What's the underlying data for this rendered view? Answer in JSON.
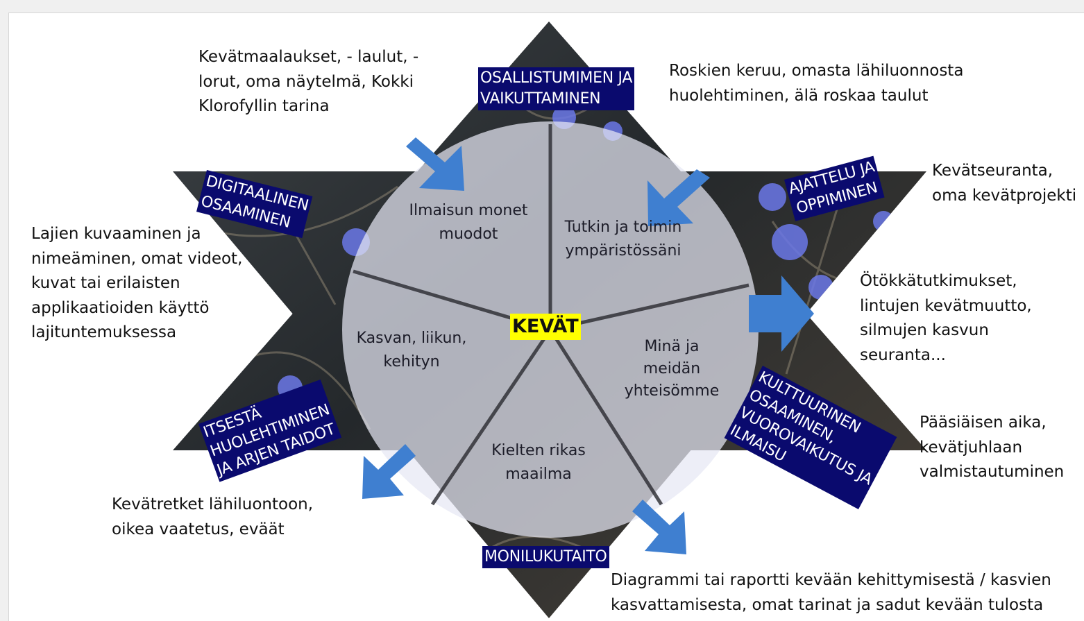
{
  "center": "KEVÄT",
  "segments": [
    {
      "key": "ilmaisu",
      "label": "Ilmaisun monet\nmuodot"
    },
    {
      "key": "tutkin",
      "label": "Tutkin ja toimin\nympäristössäni"
    },
    {
      "key": "mina",
      "label": "Minä ja\nmeidän\nyhteisömme"
    },
    {
      "key": "kielet",
      "label": "Kielten rikas\nmaailma"
    },
    {
      "key": "kasvan",
      "label": "Kasvan, liikun,\nkehityn"
    }
  ],
  "competences": [
    {
      "key": "osallistuminen",
      "label": "OSALLISTUMIMEN JA\nVAIKUTTAMINEN"
    },
    {
      "key": "ajattelu",
      "label": "AJATTELU JA\nOPPIMINEN"
    },
    {
      "key": "kulttuurinen",
      "label": "KULTTUURINEN\nOSAAMINEN,\nVUOROVAIKUTUS JA\nILMAISU"
    },
    {
      "key": "monilukutaito",
      "label": "MONILUKUTAITO"
    },
    {
      "key": "itsesta",
      "label": "ITSESTÄ\nHUOLEHTIMINEN\nJA ARJEN TAIDOT"
    },
    {
      "key": "digitaalinen",
      "label": "DIGITAALINEN\nOSAAMINEN"
    }
  ],
  "notes": [
    {
      "key": "top_left",
      "text": "Kevätmaalaukset, - laulut, -\nlorut, oma näytelmä, Kokki\nKlorofyllin tarina"
    },
    {
      "key": "top_right",
      "text": "Roskien keruu, omasta lähiluonnosta\nhuolehtiminen, älä roskaa taulut"
    },
    {
      "key": "right_top",
      "text": "Kevätseuranta,\noma kevätprojekti"
    },
    {
      "key": "right_mid",
      "text": "Ötökkätutkimukset,\nlintujen kevätmuutto,\nsilmujen kasvun\nseuranta..."
    },
    {
      "key": "right_bottom",
      "text": "Pääsiäisen aika,\nkevätjuhlaan\nvalmistautuminen"
    },
    {
      "key": "bottom",
      "text": "Diagrammi tai raportti kevään kehittymisestä / kasvien\nkasvattamisesta, omat tarinat ja sadut kevään tulosta"
    },
    {
      "key": "bottom_left",
      "text": "Kevätretket lähiluontoon,\noikea vaatetus, eväät"
    },
    {
      "key": "left",
      "text": "Lajien kuvaaminen ja\nnimeäminen, omat videot,\nkuvat tai erilaisten\napplikaatioiden käyttö\nlajituntemuksessa"
    }
  ],
  "colors": {
    "competence_bg": "#0a0a6e",
    "arrow": "#3f7fd0",
    "center_highlight": "#ffff00",
    "star_photo_dark": "#2e3236",
    "flower": "#6b78e8"
  }
}
